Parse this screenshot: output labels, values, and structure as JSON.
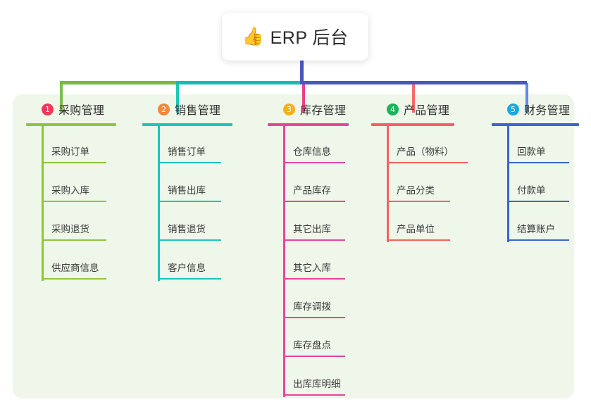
{
  "root": {
    "emoji": "👍",
    "emoji_name": "thumbs-up-icon",
    "title": "ERP 后台"
  },
  "theme": {
    "page_background": "#ffffff",
    "panel_background": "#eef7e9",
    "card_background": "#ffffff",
    "text_color": "#333333"
  },
  "connectors": {
    "root_stem_color": "#4a56c4",
    "bus_segments": [
      {
        "name": "bus-green",
        "color": "#77bb41"
      },
      {
        "name": "bus-teal",
        "color": "#14bcb4"
      },
      {
        "name": "bus-blue",
        "color": "#4a56c4"
      }
    ],
    "drop_colors": [
      "#7ebe4e",
      "#1ec8b4",
      "#ec3f8a",
      "#f96a6a",
      "#5b8ede"
    ]
  },
  "columns": [
    {
      "index": "1",
      "badge_color": "#f2385a",
      "accent": "#8cc63f",
      "title": "采购管理",
      "items": [
        "采购订单",
        "采购入库",
        "采购退货",
        "供应商信息"
      ]
    },
    {
      "index": "2",
      "badge_color": "#f5883c",
      "accent": "#19c6b8",
      "title": "销售管理",
      "items": [
        "销售订单",
        "销售出库",
        "销售退货",
        "客户信息"
      ]
    },
    {
      "index": "3",
      "badge_color": "#f5b213",
      "accent": "#e8459b",
      "title": "库存管理",
      "items": [
        "仓库信息",
        "产品库存",
        "其它出库",
        "其它入库",
        "库存调拨",
        "库存盘点",
        "出库库明细"
      ]
    },
    {
      "index": "4",
      "badge_color": "#19b35c",
      "accent": "#fb5f5f",
      "title": "产品管理",
      "items": [
        "产品（物料）",
        "产品分类",
        "产品单位"
      ]
    },
    {
      "index": "5",
      "badge_color": "#18a9e0",
      "accent": "#3b66cc",
      "title": "财务管理",
      "items": [
        "回款单",
        "付款单",
        "结算账户"
      ]
    }
  ]
}
